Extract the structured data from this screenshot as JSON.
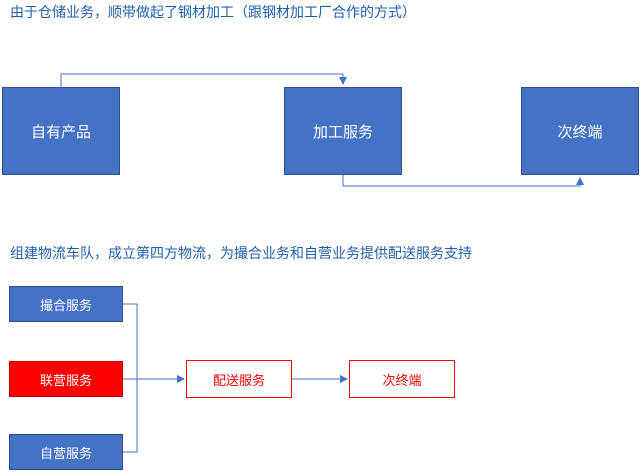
{
  "section1": {
    "caption": "由于仓储业务，顺带做起了钢材加工（跟钢材加工厂合作的方式）",
    "nodes": {
      "own_product": "自有产品",
      "processing": "加工服务",
      "end_terminal": "次终端"
    }
  },
  "section2": {
    "caption": "组建物流车队，成立第四方物流，为撮合业务和自营业务提供配送服务支持",
    "nodes": {
      "matching": "撮合服务",
      "joint": "联营服务",
      "self_operated": "自营服务",
      "delivery": "配送服务",
      "end_terminal": "次终端"
    }
  },
  "colors": {
    "caption": "#1f5faa",
    "box_fill": "#4472c4",
    "highlight_fill": "#ff0000",
    "outline_red": "#ff0000",
    "connector": "#4472c4"
  }
}
